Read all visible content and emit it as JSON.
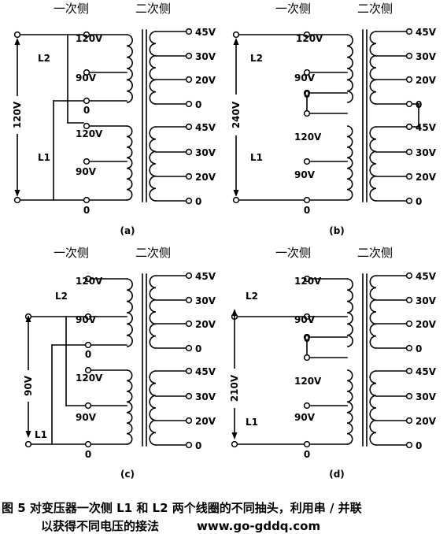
{
  "primary_side": "一次侧",
  "secondary_side": "二次侧",
  "panel_labels": [
    "(a)",
    "(b)",
    "(c)",
    "(d)"
  ],
  "coil_labels": {
    "l1": "L1",
    "l2": "L2"
  },
  "primary_taps": [
    "120V",
    "90V",
    "0"
  ],
  "secondary_taps": [
    "45V",
    "30V",
    "20V",
    "0"
  ],
  "input_voltages": {
    "a": "120V",
    "b": "240V",
    "c": "90V",
    "d": "210V"
  },
  "caption": {
    "line1": "图 5  对变压器一次侧 L1 和 L2 两个线圈的不同抽头，利用串 / 并联",
    "line2": "以获得不同电压的接法",
    "url": "www.go-gddq.com"
  }
}
